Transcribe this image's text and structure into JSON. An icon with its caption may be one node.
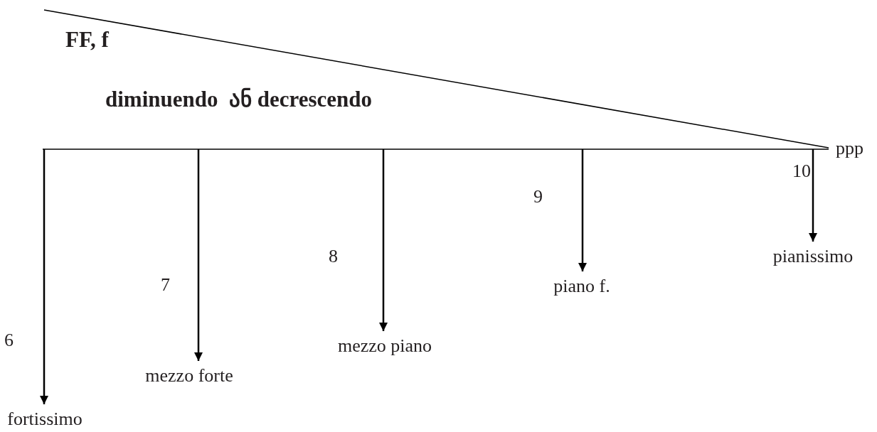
{
  "diagram": {
    "nodes": [
      {
        "text": [
          "fortissimo"
        ]
      },
      {
        "text": [
          "mezzo forte"
        ]
      },
      {
        "text": [
          "mezzo piano"
        ]
      },
      {
        "text": [
          "piano f."
        ]
      },
      {
        "text": [
          "pianissimo"
        ]
      }
    ],
    "edges": [
      {
        "from": null,
        "to": 0,
        "arrow": "to"
      },
      {
        "from": null,
        "to": 1,
        "arrow": "to"
      },
      {
        "from": null,
        "to": 2,
        "arrow": "to"
      },
      {
        "from": null,
        "to": 3,
        "arrow": "to"
      },
      {
        "from": null,
        "to": 4,
        "arrow": "to"
      }
    ],
    "labels": [
      "FF, f",
      "diminuendo  ან decrescendo",
      "ppp",
      "10",
      "9",
      "8",
      "7",
      "6"
    ]
  }
}
